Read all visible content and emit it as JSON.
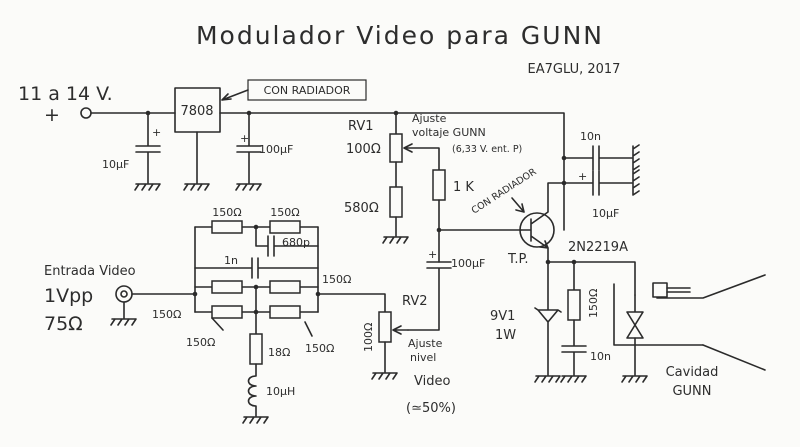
{
  "title": "Modulador Video para GUNN",
  "author": "EA7GLU, 2017",
  "supply": {
    "voltage": "11 a 14 V.",
    "plus": "+"
  },
  "regulator": {
    "name": "7808",
    "note": "CON RADIADOR"
  },
  "capacitors": {
    "c_in": "10µF",
    "c_reg_out": "100µF",
    "c_680p": "680p",
    "c_1n": "1n",
    "c_coupling": "100µF",
    "c_gunn_10n": "10n",
    "c_gunn_10uF": "10µF",
    "c_tp_10n": "10n"
  },
  "resistors": {
    "r150_a": "150Ω",
    "r150_b": "150Ω",
    "r150_c": "150Ω",
    "r150_d": "150Ω",
    "r150_e": "150Ω",
    "r150_f": "150Ω",
    "r580": "580Ω",
    "r1k": "1 K",
    "r18": "18Ω",
    "r150_tp": "150Ω"
  },
  "rv1": {
    "name": "RV1",
    "value": "100Ω",
    "note_line1": "Ajuste",
    "note_line2": "voltaje GUNN",
    "note_line3": "(6,33 V. ent. P)"
  },
  "rv2": {
    "name": "RV2",
    "value": "100Ω",
    "note_line1": "Ajuste",
    "note_line2": "nivel",
    "note_line3": "Video",
    "note_line4": "(≃50%)"
  },
  "transistor": {
    "name": "2N2219A",
    "note": "CON RADIADOR"
  },
  "inductor": {
    "value": "10µH"
  },
  "input": {
    "label": "Entrada Video",
    "level": "1Vpp",
    "impedance": "75Ω"
  },
  "zener": {
    "name": "9V1",
    "power": "1W"
  },
  "testpoint": "T.P.",
  "cavity": {
    "line1": "Cavidad",
    "line2": "GUNN"
  }
}
